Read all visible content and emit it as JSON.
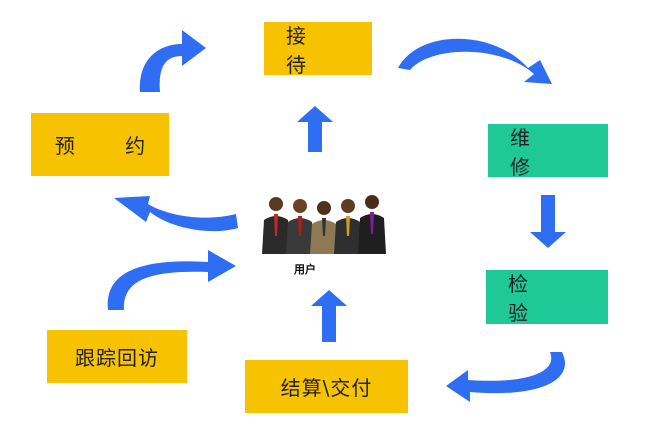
{
  "diagram": {
    "nodes": {
      "reception": "接 待",
      "repair": "维 修",
      "inspect": "检 验",
      "settle": "结算\\交付",
      "followup": "跟踪回访",
      "appointment": "预 约"
    },
    "center_label": "用户"
  },
  "colors": {
    "yellow_box": "#f7c300",
    "green_box": "#1ec897",
    "arrow": "#2f6ef2"
  }
}
